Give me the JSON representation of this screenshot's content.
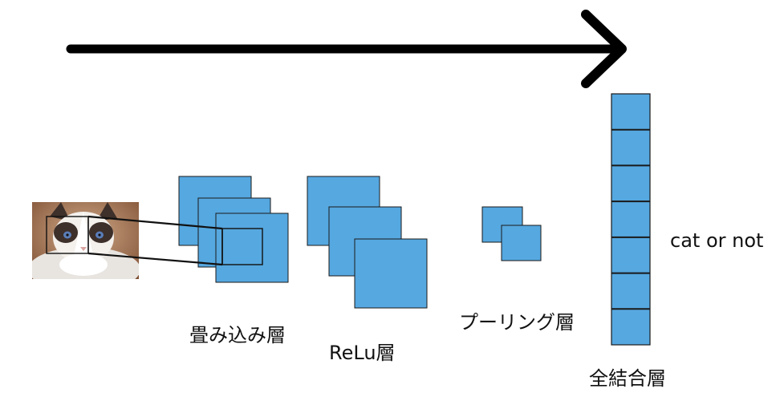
{
  "colors": {
    "feature_map_fill": "#56a8e0",
    "feature_map_stroke": "#1a1a1a",
    "arrow": "#000000"
  },
  "input_image": {
    "icon": "cat-photo-icon",
    "subject": "ragdoll cat photo"
  },
  "labels": {
    "convolution": "畳み込み層",
    "relu": "ReLu層",
    "pooling": "プーリング層",
    "fully_connected": "全結合層",
    "output": "cat or not"
  },
  "fully_connected_cells": 7,
  "conv_feature_maps": 3,
  "relu_feature_maps": 3,
  "pooling_feature_maps": 2
}
